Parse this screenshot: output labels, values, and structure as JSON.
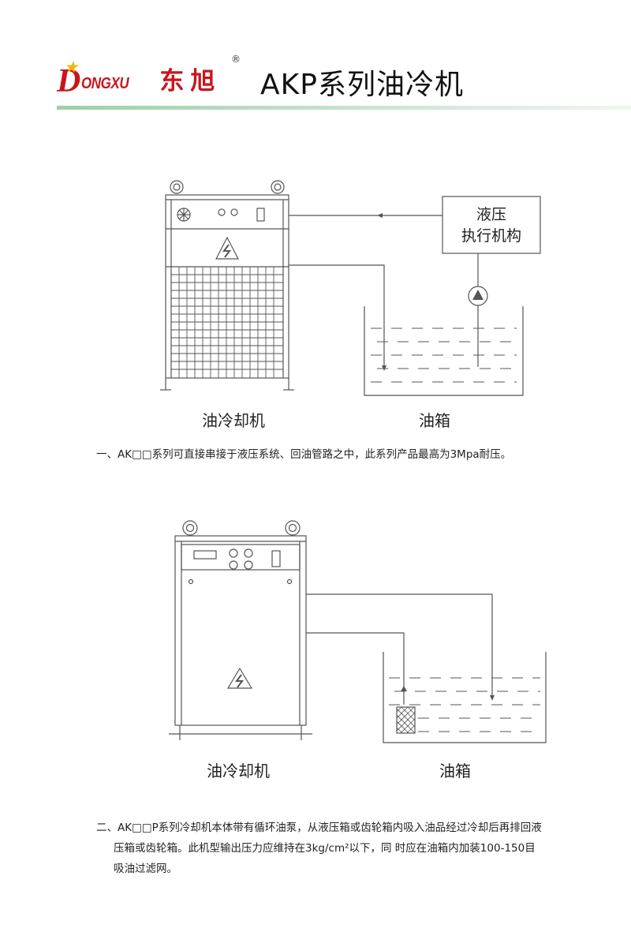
{
  "header": {
    "logo_word": "ONGXU",
    "logo_letter": "D",
    "logo_cn": "东旭",
    "registered_mark": "®",
    "title": "AKP系列油冷机"
  },
  "diagram1": {
    "machine_label": "油冷却机",
    "tank_label": "油箱",
    "actuator_label_line1": "液压",
    "actuator_label_line2": "执行机构"
  },
  "diagram2": {
    "machine_label": "油冷却机",
    "tank_label": "油箱"
  },
  "notes": {
    "note1": "一、AK□□系列可直接串接于液压系统、回油管路之中，此系列产品最高为3Mpa耐压。",
    "note2_line1": "二、AK□□P系列冷却机本体带有循环油泵，从液压箱或齿轮箱内吸入油品经过冷却后再排回液",
    "note2_line2": "压箱或齿轮箱。此机型输出压力应维持在3kg/cm²以下，同 时应在油箱内加装100-150目",
    "note2_line3": "吸油过滤网。"
  },
  "colors": {
    "brand_red": "#c8161d",
    "star_yellow": "#f5b400",
    "rule_green": "#9ccfa6",
    "line": "#555555"
  }
}
